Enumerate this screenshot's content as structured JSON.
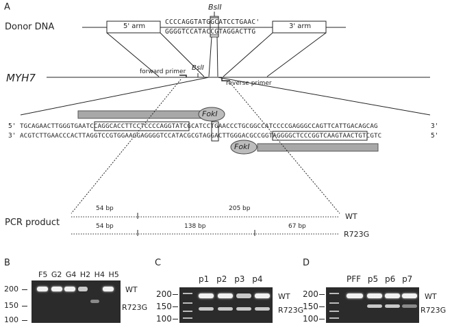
{
  "panels": {
    "A": "A",
    "B": "B",
    "C": "C",
    "D": "D"
  },
  "donor": {
    "label": "Donor DNA",
    "arm5": "5' arm",
    "arm3": "3' arm",
    "seq_top": "CCCCAGGTATGGCATCCTGAAC'",
    "seq_bot": "GGGGTCCATACCGTAGGACTTG",
    "enzyme": "BslI"
  },
  "gene": {
    "label": "MYH7",
    "fwd": "forward primer",
    "rev": "reverse primer",
    "enzyme": "BslI"
  },
  "seq": {
    "top_prefix": "5'",
    "top": "TGCAGAACTTGGGTGAATCCAGGCACCTTCCTCCCCAGGTATCGCATCCTGAACCCTGCGGCCATCCCCGAGGGCCAGTTCATTGACAGCAG",
    "top_suffix": "3'",
    "bot_prefix": "3'",
    "bot": "ACGTCTTGAACCCACTTAGGTCCGTGGAAGGAGGGGTCCATACGCGTAGGACTTGGGACGCCGGTAGGGGCTCCCGGTCAAGTAACTGTCGTC",
    "bot_suffix": "5'",
    "enzyme_top": "FokI",
    "enzyme_bot": "FokI"
  },
  "pcr": {
    "label": "PCR product",
    "wt": {
      "name": "WT",
      "segs": [
        "54 bp",
        "205 bp"
      ]
    },
    "mut": {
      "name": "R723G",
      "segs": [
        "54 bp",
        "138 bp",
        "67 bp"
      ]
    }
  },
  "gel_b": {
    "lanes": [
      "F5",
      "G2",
      "G4",
      "H2",
      "H4",
      "H5"
    ],
    "markers": [
      "200",
      "150",
      "100"
    ],
    "labels": [
      "WT",
      "R723G"
    ]
  },
  "gel_c": {
    "lanes": [
      "p1",
      "p2",
      "p3",
      "p4"
    ],
    "markers": [
      "200",
      "150",
      "100"
    ],
    "labels": [
      "WT",
      "R723G"
    ]
  },
  "gel_d": {
    "lanes": [
      "PFF",
      "p5",
      "p6",
      "p7"
    ],
    "markers": [
      "200",
      "150",
      "100"
    ],
    "labels": [
      "WT",
      "R723G"
    ]
  }
}
